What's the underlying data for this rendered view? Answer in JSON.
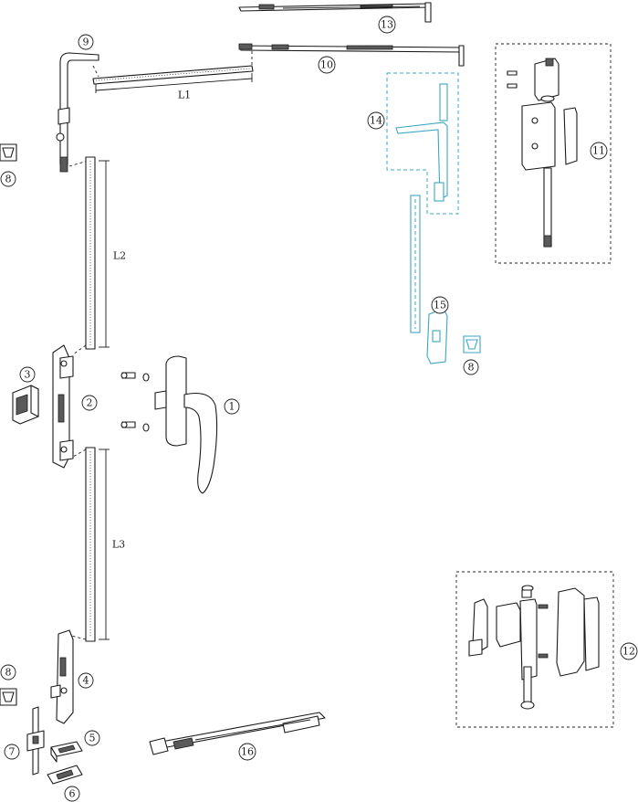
{
  "dimensions": {
    "l1": "L1",
    "l2": "L2",
    "l3": "L3"
  },
  "callouts": {
    "c1": "1",
    "c2": "2",
    "c3": "3",
    "c4": "4",
    "c5": "5",
    "c6": "6",
    "c7": "7",
    "c8a": "8",
    "c8b": "8",
    "c8c": "8",
    "c9": "9",
    "c10": "10",
    "c11": "11",
    "c12": "12",
    "c13": "13",
    "c14": "14",
    "c15": "15",
    "c16": "16"
  },
  "colors": {
    "line": "#1a1a1a",
    "highlight": "#3aa6c4",
    "background": "#ffffff"
  }
}
